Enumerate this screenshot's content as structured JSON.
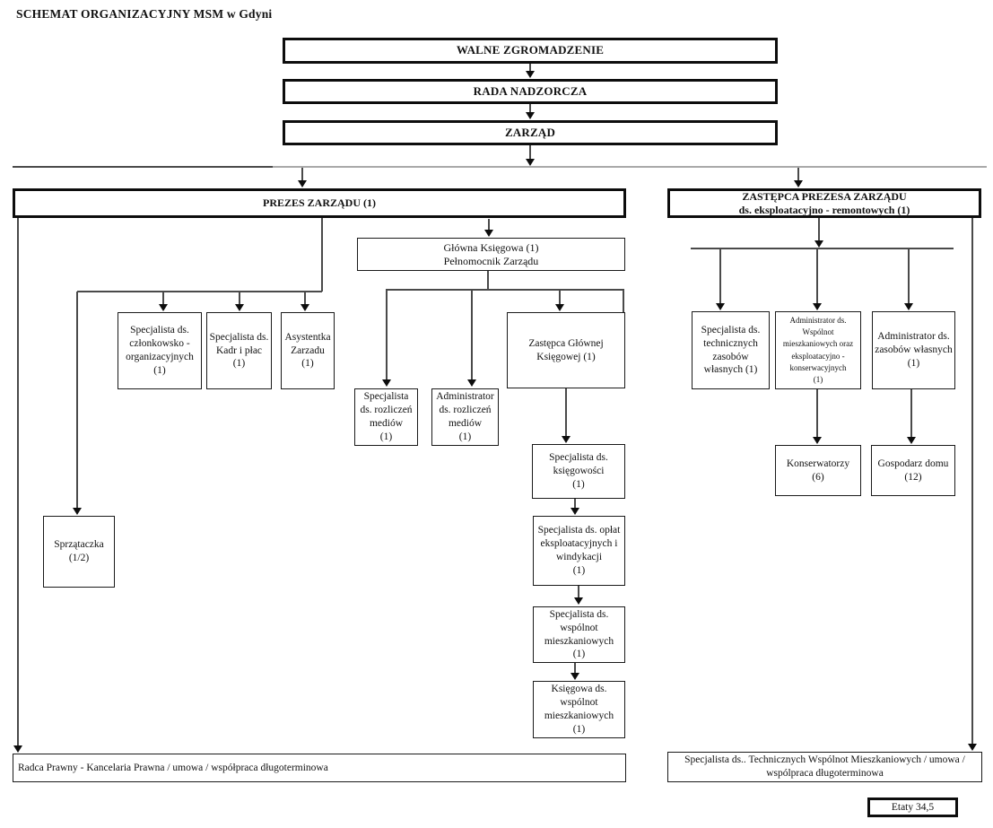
{
  "title": "SCHEMAT ORGANIZACYJNY MSM  w Gdyni",
  "colors": {
    "background": "#ffffff",
    "box_border": "#1a1a1a",
    "thick_border": "#0d0d0d",
    "connector": "#4a4a4a",
    "connector_light": "#a9a9a9",
    "text": "#111111"
  },
  "nodes": {
    "walne": "WALNE ZGROMADZENIE",
    "rada": "RADA NADZORCZA",
    "zarzad": "ZARZĄD",
    "prezes": "PREZES ZARZĄDU (1)",
    "zastepca": "ZASTĘPCA PREZESA ZARZĄDU\nds. eksploatacyjno - remontowych (1)",
    "glowna_ksiegowa": "Główna Księgowa (1)\nPełnomocnik Zarządu",
    "czlonkowsko": "Specjalista ds.\nczłonkowsko -\norganizacyjnych\n(1)",
    "kadry": "Specjalista ds.\nKadr i płac\n(1)",
    "asystentka": "Asystentka\nZarzadu\n(1)",
    "sprzataczka": "Sprzątaczka\n(1/2)",
    "spec_rozliczen": "Specjalista\nds. rozliczeń\nmediów\n(1)",
    "admin_rozliczen": "Administrator\nds. rozliczeń\nmediów\n(1)",
    "zastepca_gk": "Zastępca Głównej\nKsięgowej (1)",
    "spec_ksiegowosci": "Specjalista ds.\nksięgowości\n(1)",
    "spec_oplat": "Specjalista ds. opłat\neksploatacyjnych i\nwindykacji\n(1)",
    "spec_wspolnot": "Specjalista ds.\nwspólnot\nmieszkaniowych\n(1)",
    "ksiegowa_wspolnot": "Księgowa  ds.\nwspólnot\nmieszkaniowych\n(1)",
    "spec_tech": "Specjalista ds.\ntechnicznych\nzasobów\nwłasnych (1)",
    "admin_wspolnot": "Administrator ds.\nWspólnot\nmieszkaniowych oraz\neksploatacyjno -\nkonserwacyjnych\n(1)",
    "admin_zasobow": "Administrator ds.\nzasobów własnych\n(1)",
    "konserwatorzy": "Konserwatorzy\n(6)",
    "gospodarz": "Gospodarz domu\n(12)",
    "radca_note": "Radca Prawny - Kancelaria Prawna /  umowa  / współpraca długoterminowa",
    "spec_tech_note": "Specjalista ds.. Technicznych Wspólnot Mieszkaniowych / umowa /\nwspólpraca długoterminowa",
    "etaty": "Etaty 34,5"
  }
}
